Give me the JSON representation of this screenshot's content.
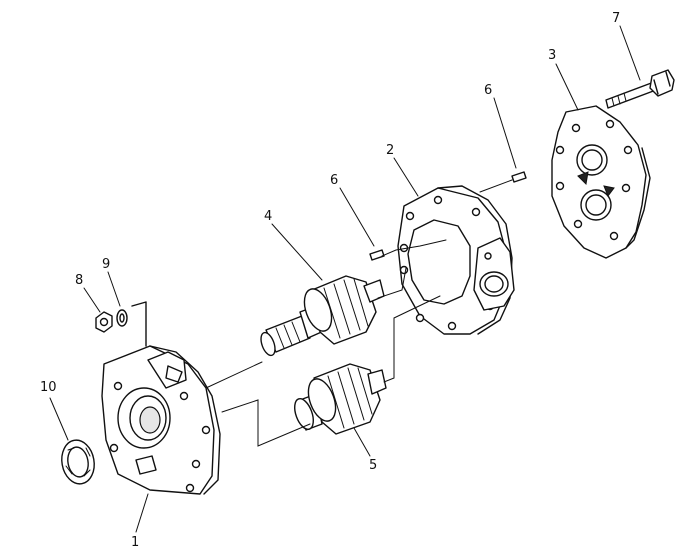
{
  "diagram": {
    "callouts": [
      {
        "id": "1",
        "text": "1"
      },
      {
        "id": "2",
        "text": "2"
      },
      {
        "id": "3",
        "text": "3"
      },
      {
        "id": "4",
        "text": "4"
      },
      {
        "id": "5",
        "text": "5"
      },
      {
        "id": "6a",
        "text": "6"
      },
      {
        "id": "6b",
        "text": "6"
      },
      {
        "id": "7",
        "text": "7"
      },
      {
        "id": "8",
        "text": "8"
      },
      {
        "id": "9",
        "text": "9"
      },
      {
        "id": "10",
        "text": "10"
      }
    ]
  }
}
